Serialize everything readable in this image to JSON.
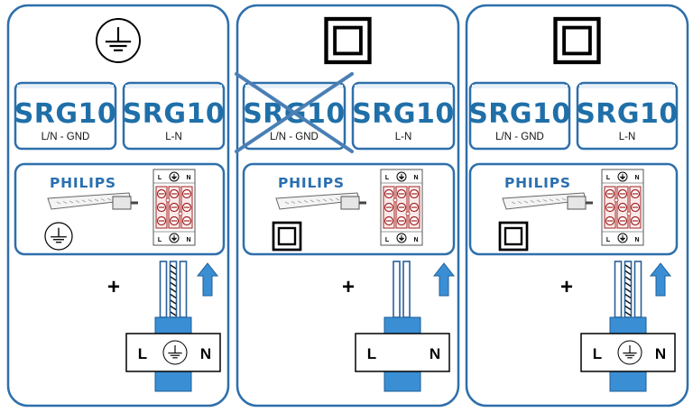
{
  "columns": [
    {
      "class_symbol": "earth-symbol-icon",
      "crossed_out_option": false,
      "option_a": {
        "title": "SRG10",
        "subtitle": "L/N - GND"
      },
      "option_b": {
        "title": "SRG10",
        "subtitle": "L-N"
      },
      "brand": "PHILIPS",
      "luminaire_class_symbol": "earth-symbol-icon",
      "plus": "+",
      "cable_wires": 3,
      "plug_left": "L",
      "plug_right": "N",
      "plug_center_symbol": "earth-symbol-icon",
      "terminal_top": [
        "L",
        "N"
      ],
      "terminal_bottom": [
        "L",
        "N"
      ]
    },
    {
      "class_symbol": "double-square-icon",
      "crossed_out_option": true,
      "option_a": {
        "title": "SRG10",
        "subtitle": "L/N - GND"
      },
      "option_b": {
        "title": "SRG10",
        "subtitle": "L-N"
      },
      "brand": "PHILIPS",
      "luminaire_class_symbol": "double-square-icon",
      "plus": "+",
      "cable_wires": 2,
      "plug_left": "L",
      "plug_right": "N",
      "plug_center_symbol": "",
      "terminal_top": [
        "L",
        "N"
      ],
      "terminal_bottom": [
        "L",
        "N"
      ]
    },
    {
      "class_symbol": "double-square-icon",
      "crossed_out_option": false,
      "option_a": {
        "title": "SRG10",
        "subtitle": "L/N - GND"
      },
      "option_b": {
        "title": "SRG10",
        "subtitle": "L-N"
      },
      "brand": "PHILIPS",
      "luminaire_class_symbol": "double-square-icon",
      "plus": "+",
      "cable_wires": 3,
      "plug_left": "L",
      "plug_right": "N",
      "plug_center_symbol": "earth-symbol-icon",
      "terminal_top": [
        "L",
        "N"
      ],
      "terminal_bottom": [
        "L",
        "N"
      ]
    }
  ],
  "colors": {
    "frame": "#2e6fab",
    "brand_blue": "#1f6fa8",
    "connector_blue": "#3a8fd4",
    "terminal_red": "#a02020",
    "cross": "#4a7fb5"
  }
}
